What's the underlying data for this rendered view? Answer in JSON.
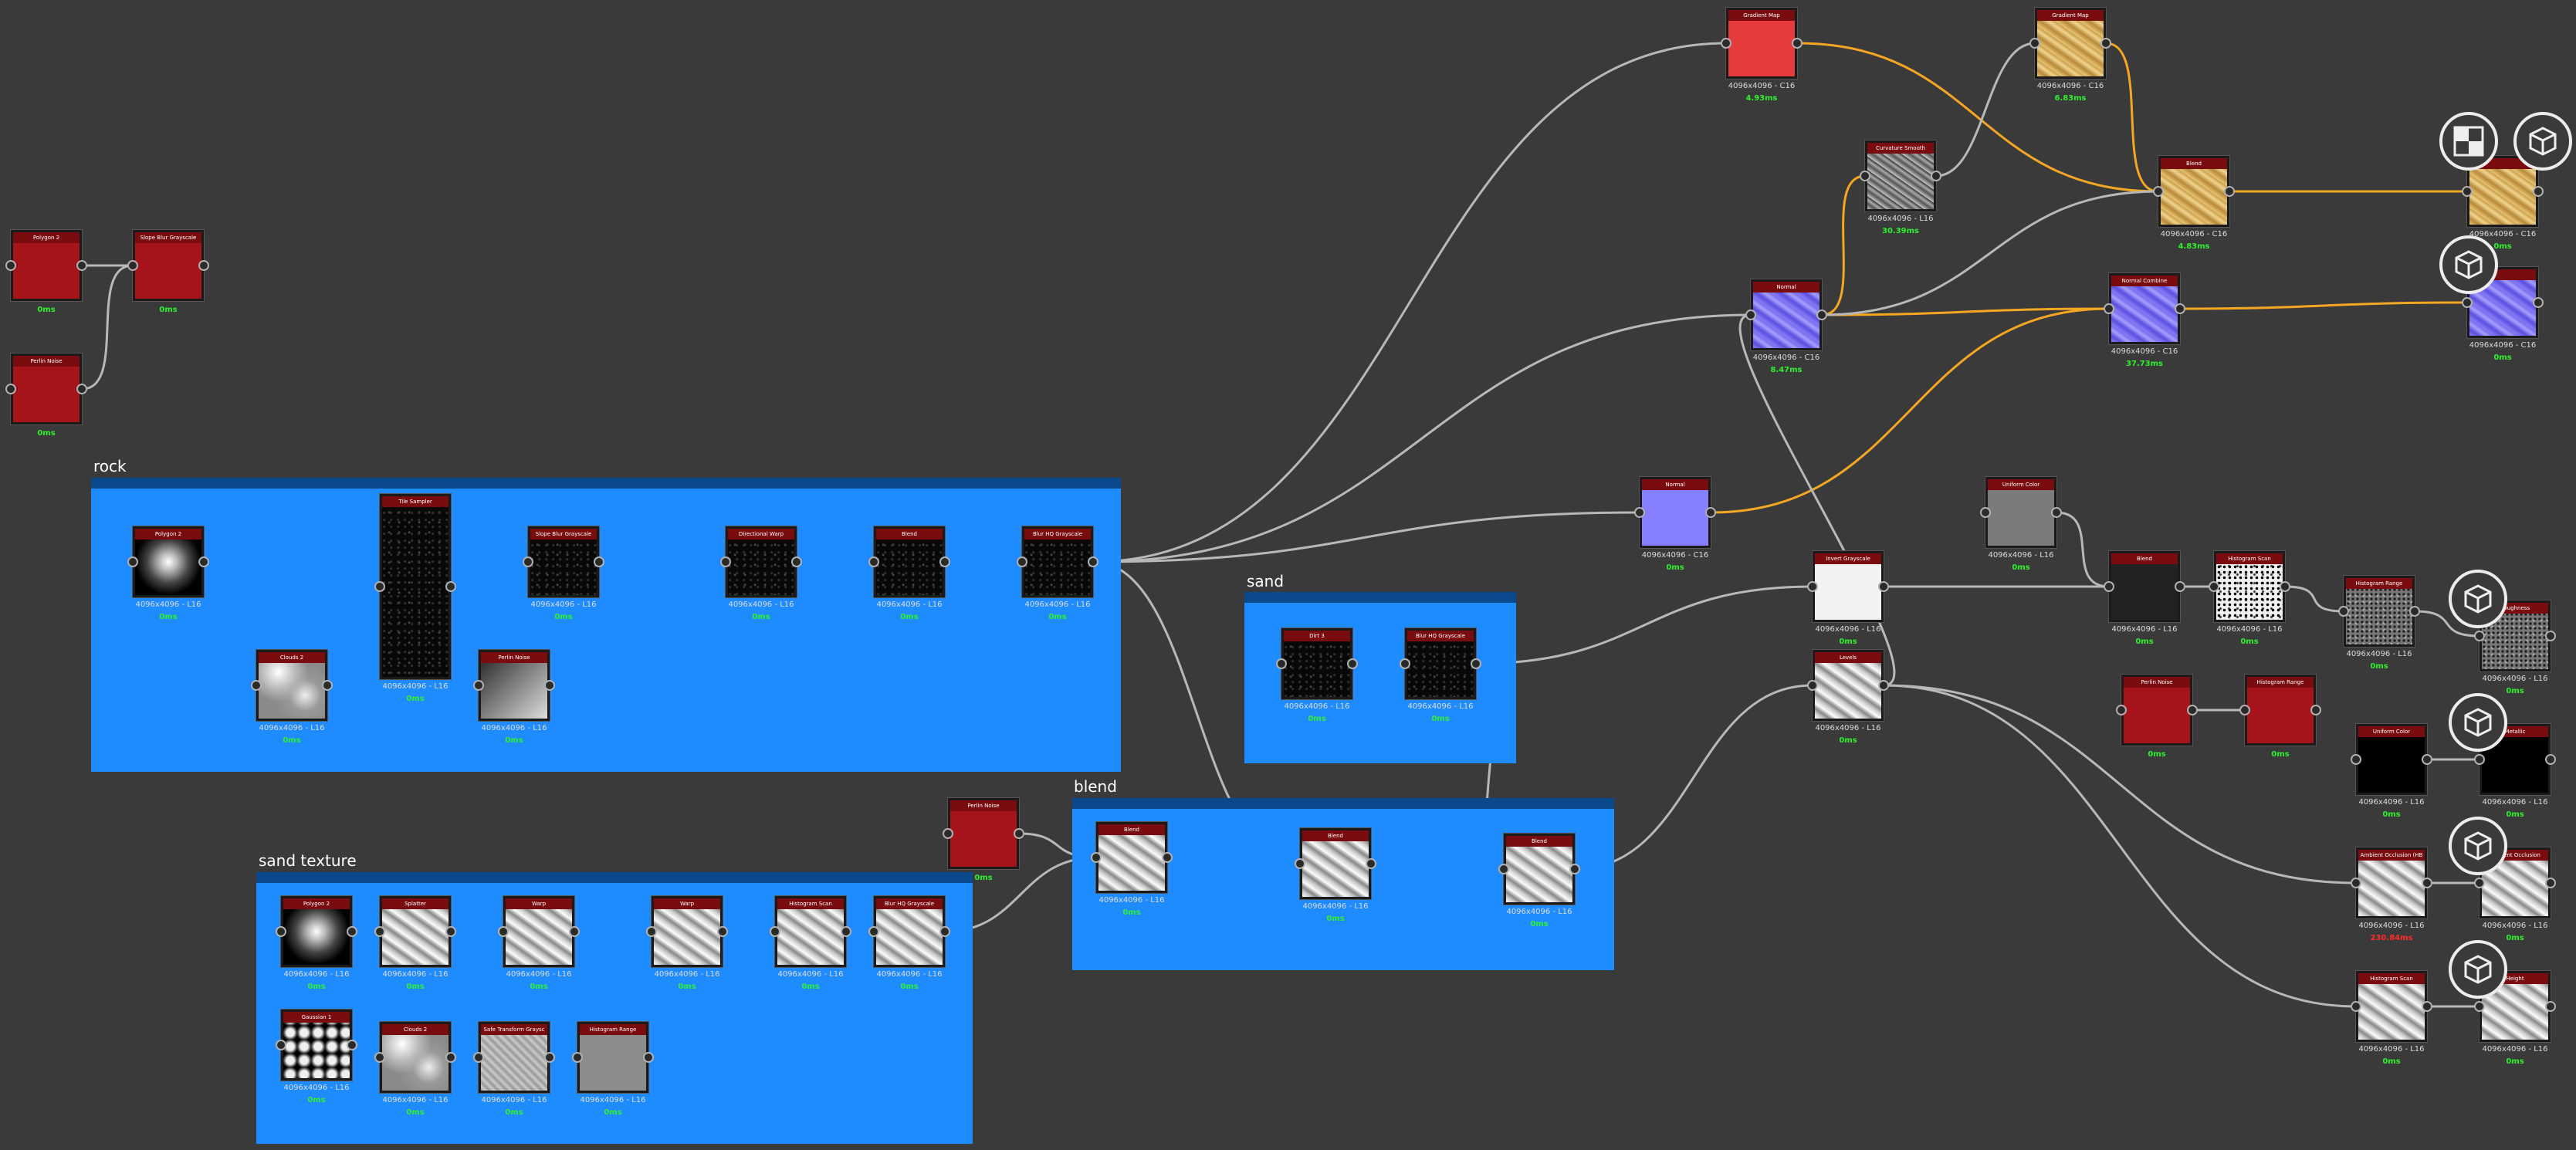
{
  "frames": [
    {
      "id": "rock",
      "title": "rock"
    },
    {
      "id": "sand",
      "title": "sand"
    },
    {
      "id": "sand_texture",
      "title": "sand texture"
    },
    {
      "id": "blend",
      "title": "blend"
    }
  ],
  "colors": {
    "canvas": "#3a3a3a",
    "frame": "#1e8cff",
    "frame_header": "#0a4a8c",
    "wire": "#b8b8b8",
    "wire_highlight": "#f5a623",
    "time_ok": "#2ef02e",
    "time_slow": "#ff2a2a",
    "node_header": "#7a0c10"
  },
  "nodes": {
    "n_polygon2_a": {
      "title": "Polygon 2",
      "res": "",
      "time": "0ms"
    },
    "n_perlin_a": {
      "title": "Perlin Noise",
      "res": "",
      "time": "0ms"
    },
    "n_slopeblur_a": {
      "title": "Slope Blur Grayscale",
      "res": "",
      "time": "0ms"
    },
    "n_polygon2_b": {
      "title": "Polygon 2",
      "res": "4096x4096 - L16",
      "time": "0ms"
    },
    "n_tilesampler": {
      "title": "Tile Sampler",
      "res": "4096x4096 - L16",
      "time": "0ms"
    },
    "n_clouds2_a": {
      "title": "Clouds 2",
      "res": "4096x4096 - L16",
      "time": "0ms"
    },
    "n_slopeblur_b": {
      "title": "Slope Blur Grayscale",
      "res": "4096x4096 - L16",
      "time": "0ms"
    },
    "n_perlin_b": {
      "title": "Perlin Noise",
      "res": "4096x4096 - L16",
      "time": "0ms"
    },
    "n_dirwarp": {
      "title": "Directional Warp",
      "res": "4096x4096 - L16",
      "time": "0ms"
    },
    "n_blend_rock": {
      "title": "Blend",
      "res": "4096x4096 - L16",
      "time": "0ms"
    },
    "n_blurhq_rock": {
      "title": "Blur HQ Grayscale",
      "res": "4096x4096 - L16",
      "time": "0ms"
    },
    "n_dirt3": {
      "title": "Dirt 3",
      "res": "4096x4096 - L16",
      "time": "0ms"
    },
    "n_blurhq_sand": {
      "title": "Blur HQ Grayscale",
      "res": "4096x4096 - L16",
      "time": "0ms"
    },
    "n_perlin_c": {
      "title": "Perlin Noise",
      "res": "",
      "time": "0ms"
    },
    "n_blend_b1": {
      "title": "Blend",
      "res": "4096x4096 - L16",
      "time": "0ms"
    },
    "n_blend_b2": {
      "title": "Blend",
      "res": "4096x4096 - L16",
      "time": "0ms"
    },
    "n_blend_b3": {
      "title": "Blend",
      "res": "4096x4096 - L16",
      "time": "0ms"
    },
    "n_polygon2_c": {
      "title": "Polygon 2",
      "res": "4096x4096 - L16",
      "time": "0ms"
    },
    "n_splatter": {
      "title": "Splatter",
      "res": "4096x4096 - L16",
      "time": "0ms"
    },
    "n_warp_a": {
      "title": "Warp",
      "res": "4096x4096 - L16",
      "time": "0ms"
    },
    "n_warp_b": {
      "title": "Warp",
      "res": "4096x4096 - L16",
      "time": "0ms"
    },
    "n_histscan_a": {
      "title": "Histogram Scan",
      "res": "4096x4096 - L16",
      "time": "0ms"
    },
    "n_blurhq_st": {
      "title": "Blur HQ Grayscale",
      "res": "4096x4096 - L16",
      "time": "0ms"
    },
    "n_gaussian1": {
      "title": "Gaussian 1",
      "res": "4096x4096 - L16",
      "time": "0ms"
    },
    "n_clouds2_b": {
      "title": "Clouds 2",
      "res": "4096x4096 - L16",
      "time": "0ms"
    },
    "n_safetransform": {
      "title": "Safe Transform Graysc",
      "res": "4096x4096 - L16",
      "time": "0ms"
    },
    "n_histrange_a": {
      "title": "Histogram Range",
      "res": "4096x4096 - L16",
      "time": "0ms"
    },
    "n_gradmap_a": {
      "title": "Gradient Map",
      "res": "4096x4096 - C16",
      "time": "4.93ms"
    },
    "n_gradmap_b": {
      "title": "Gradient Map",
      "res": "4096x4096 - C16",
      "time": "6.83ms"
    },
    "n_curvsmooth": {
      "title": "Curvature Smooth",
      "res": "4096x4096 - L16",
      "time": "30.39ms"
    },
    "n_blend_col": {
      "title": "Blend",
      "res": "4096x4096 - C16",
      "time": "4.83ms"
    },
    "n_normal_a": {
      "title": "Normal",
      "res": "4096x4096 - C16",
      "time": "8.47ms"
    },
    "n_normcombine": {
      "title": "Normal Combine",
      "res": "4096x4096 - C16",
      "time": "37.73ms"
    },
    "n_normal_b": {
      "title": "Normal",
      "res": "4096x4096 - C16",
      "time": "0ms"
    },
    "n_out_basecolor": {
      "title": "",
      "res": "4096x4096 - C16",
      "time": "0ms"
    },
    "n_out_normal": {
      "title": "",
      "res": "4096x4096 - C16",
      "time": "0ms"
    },
    "n_invert": {
      "title": "Invert Grayscale",
      "res": "4096x4096 - L16",
      "time": "0ms"
    },
    "n_levels": {
      "title": "Levels",
      "res": "4096x4096 - L16",
      "time": "0ms"
    },
    "n_uniform_a": {
      "title": "Uniform Color",
      "res": "4096x4096 - L16",
      "time": "0ms"
    },
    "n_blend_gray": {
      "title": "Blend",
      "res": "4096x4096 - L16",
      "time": "0ms"
    },
    "n_histscan_b": {
      "title": "Histogram Scan",
      "res": "4096x4096 - L16",
      "time": "0ms"
    },
    "n_histrange_b": {
      "title": "Histogram Range",
      "res": "4096x4096 - L16",
      "time": "0ms"
    },
    "n_out_roughness": {
      "title": "Roughness",
      "res": "4096x4096 - L16",
      "time": "0ms"
    },
    "n_perlin_d": {
      "title": "Perlin Noise",
      "res": "",
      "time": "0ms"
    },
    "n_histrange_c": {
      "title": "Histogram Range",
      "res": "",
      "time": "0ms"
    },
    "n_uniform_b": {
      "title": "Uniform Color",
      "res": "4096x4096 - L16",
      "time": "0ms"
    },
    "n_out_metallic": {
      "title": "Metallic",
      "res": "4096x4096 - L16",
      "time": "0ms"
    },
    "n_ao": {
      "title": "Ambient Occlusion (HB",
      "res": "4096x4096 - L16",
      "time": "230.84ms"
    },
    "n_out_ao": {
      "title": "Ambient Occlusion",
      "res": "4096x4096 - L16",
      "time": "0ms"
    },
    "n_histscan_c": {
      "title": "Histogram Scan",
      "res": "4096x4096 - L16",
      "time": "0ms"
    },
    "n_out_height": {
      "title": "Height",
      "res": "4096x4096 - L16",
      "time": "0ms"
    }
  }
}
